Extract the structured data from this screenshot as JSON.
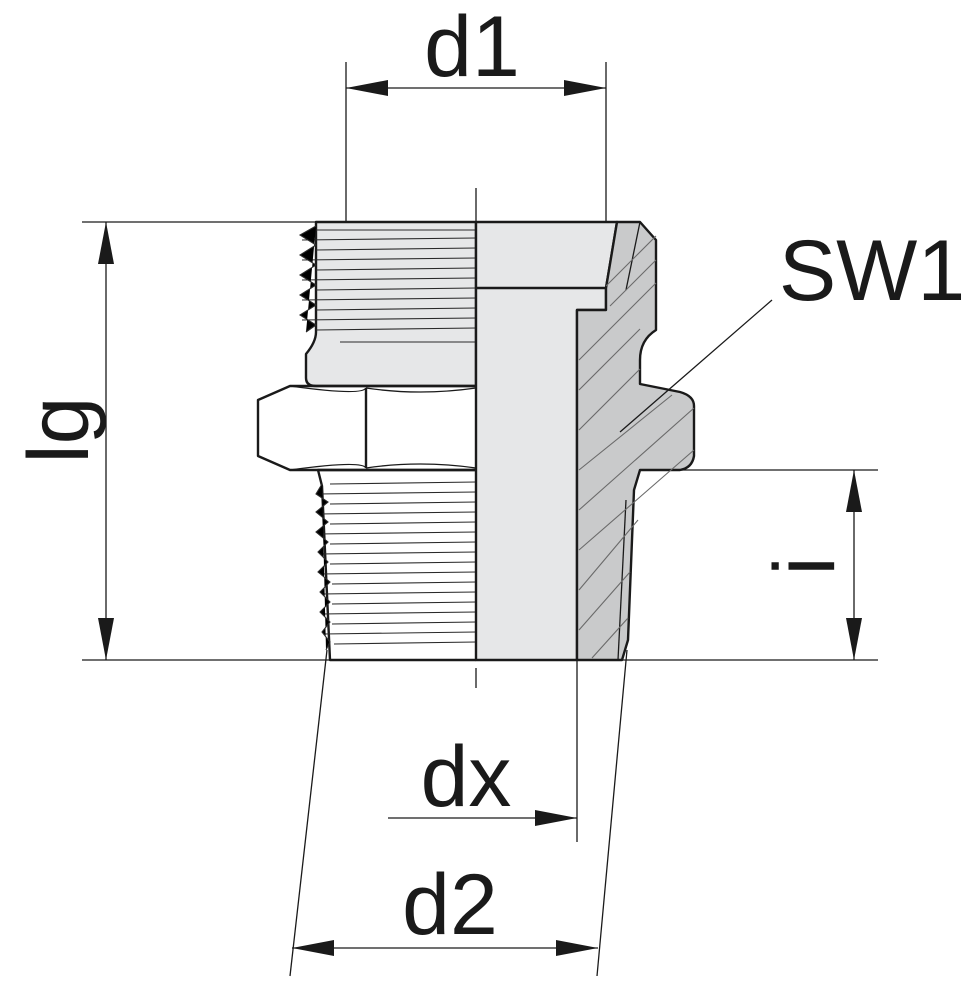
{
  "labels": {
    "d1": "d1",
    "sw1": "SW1",
    "lg": "lg",
    "i": "i",
    "dx": "dx",
    "d2": "d2"
  },
  "colors": {
    "line": "#1a1a1a",
    "face": "#e6e7e8",
    "section": "#c9cacb",
    "background": "#ffffff"
  }
}
